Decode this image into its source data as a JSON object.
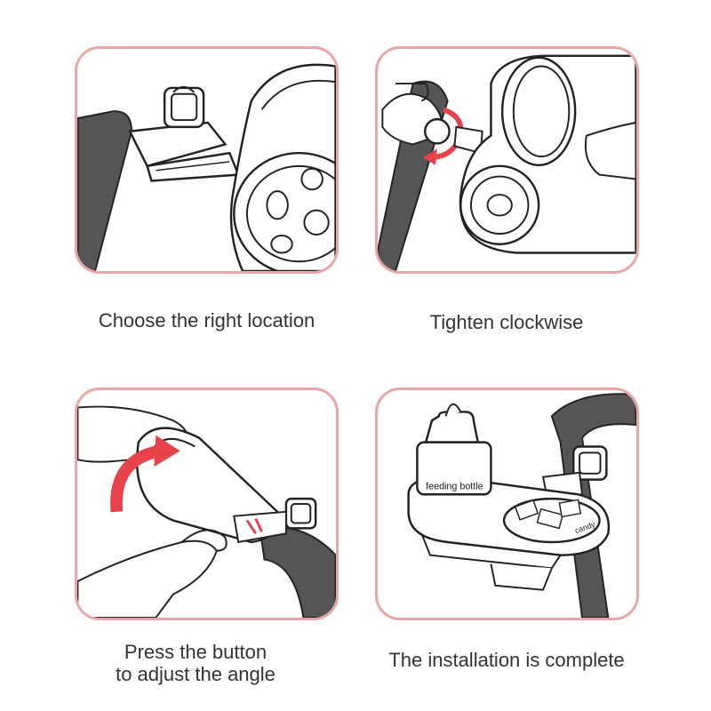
{
  "steps": [
    {
      "caption": "Choose the right location"
    },
    {
      "caption": "Tighten clockwise"
    },
    {
      "caption": "Press the button\nto adjust the angle"
    },
    {
      "caption": "The installation is complete"
    }
  ],
  "labels": {
    "bottle": "feeding bottle",
    "candy": "candy"
  },
  "colors": {
    "frame": "#e8a6a8",
    "arrow": "#e8434a",
    "stroller_bar": "#555555",
    "line": "#222222"
  }
}
